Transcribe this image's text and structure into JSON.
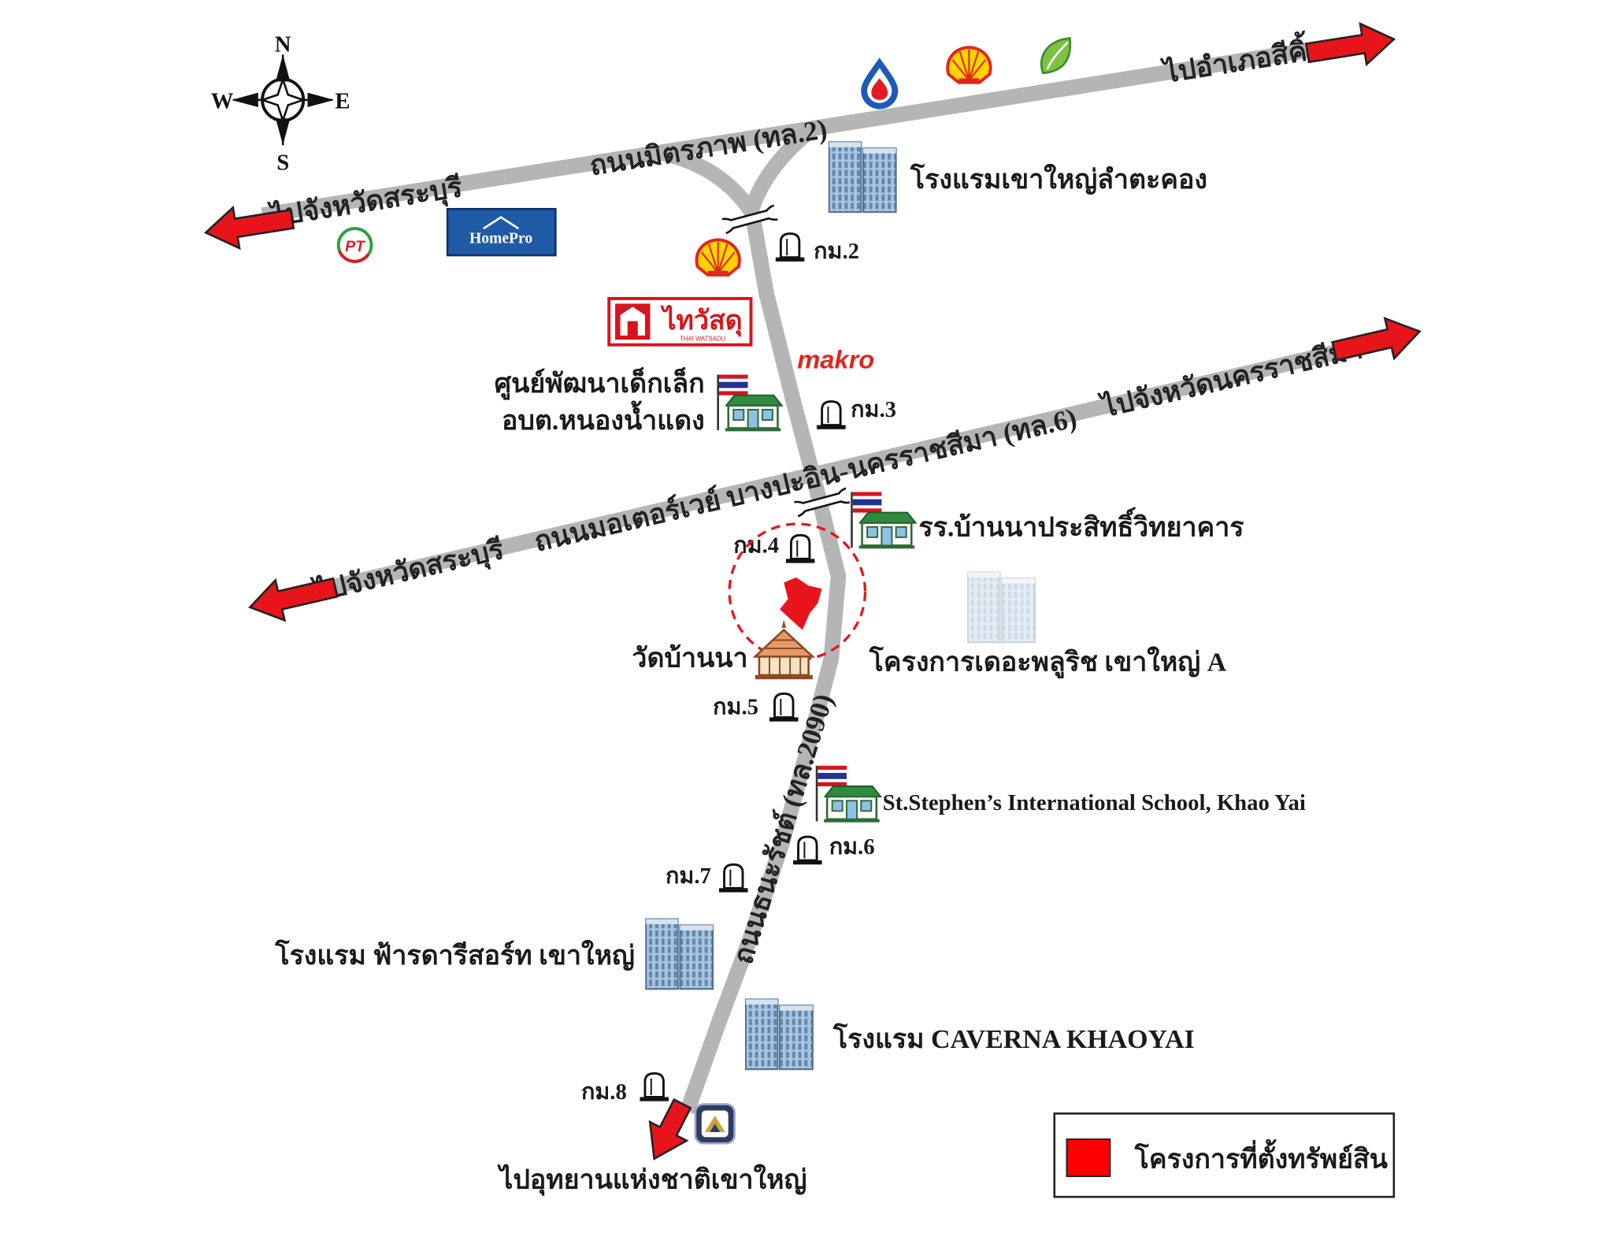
{
  "map": {
    "compass": {
      "north": "N",
      "south": "S",
      "east": "E",
      "west": "W"
    },
    "roads": {
      "mittraphap": {
        "name": "ถนนมิตรภาพ (ทล.2)",
        "to_west": "ไปจังหวัดสระบุรี",
        "to_east": "ไปอำเภอสีคิ้ว"
      },
      "motorway": {
        "name": "ถนนมอเตอร์เวย์ บางปะอิน-นครราชสีมา (ทล.6)",
        "to_west": "ไปจังหวัดสระบุรี",
        "to_east": "ไปจังหวัดนครราชสีมา"
      },
      "thanarat": {
        "name": "ถนนธนะรัชต์ (ทล.2090)",
        "to_south": "ไปอุทยานแห่งชาติเขาใหญ่"
      }
    },
    "km_markers": {
      "km2": "กม.2",
      "km3": "กม.3",
      "km4": "กม.4",
      "km5": "กม.5",
      "km6": "กม.6",
      "km7": "กม.7",
      "km8": "กม.8"
    },
    "landmarks": {
      "hotel_lamtakong": "โรงแรมเขาใหญ่ลำตะคอง",
      "pt_logo": "PT",
      "homepro_logo": "HomePro",
      "thaiwatsadu_logo": "ไทวัสดุ",
      "thaiwatsadu_sub": "THAI WATSADU",
      "makro_logo": "makro",
      "child_center_line1": "ศูนย์พัฒนาเด็กเล็ก",
      "child_center_line2": "อบต.หนองน้ำแดง",
      "school_bannaprasit": "รร.บ้านนาประสิทธิ์วิทยาคาร",
      "wat_banna": "วัดบ้านนา",
      "ststephens": "St.Stephen’s International School, Khao Yai",
      "hotel_farada": "โรงแรม ฟ้ารดารีสอร์ท เขาใหญ่",
      "hotel_caverna": "โรงแรม CAVERNA KHAOYAI"
    },
    "project": {
      "name": "โครงการเดอะพลูริช เขาใหญ่ A"
    },
    "legend": {
      "label": "โครงการที่ตั้งทรัพย์สิน"
    },
    "icons": [
      "compass-rose-icon",
      "ptt-logo-icon",
      "shell-logo-icon",
      "bangchak-logo-icon",
      "pt-logo-icon",
      "homepro-logo",
      "thaiwatsadu-logo",
      "makro-logo",
      "hotel-building-icon",
      "km-marker-icon",
      "school-flag-icon",
      "temple-icon",
      "national-park-icon",
      "bridge-overpass-icon",
      "property-location-marker"
    ]
  },
  "colors": {
    "road": "#b5b5b5",
    "arrow": "#e8141b",
    "project": "#e8141b",
    "legend_swatch": "#ff0000"
  }
}
